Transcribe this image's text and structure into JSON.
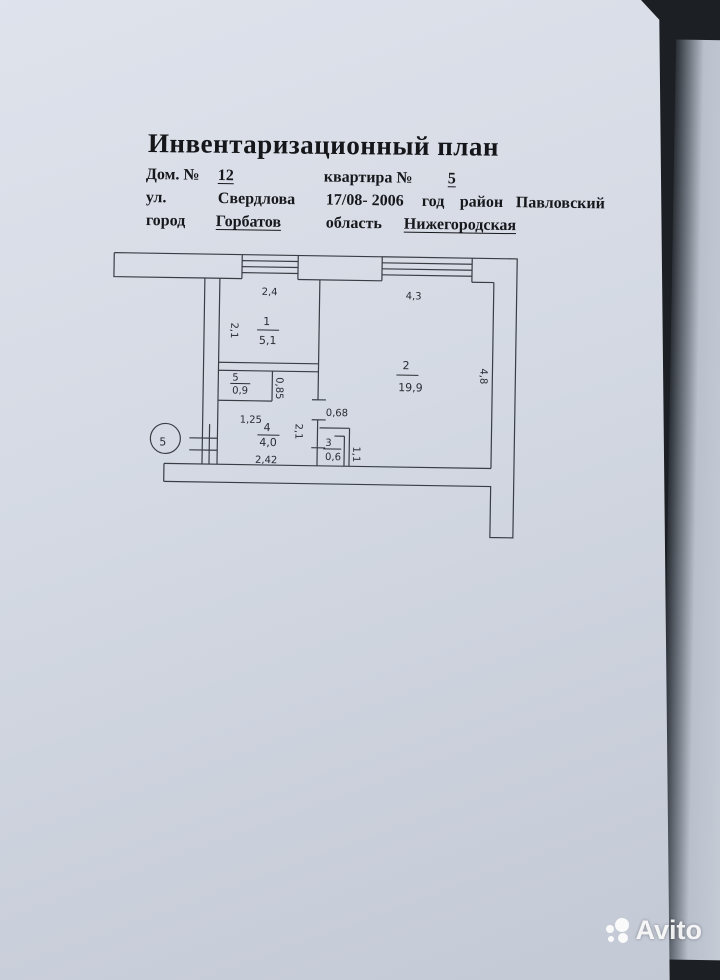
{
  "document": {
    "title": "Инвентаризационный план",
    "house_label": "Дом. №",
    "house_number": "12",
    "apartment_label": "квартира №",
    "apartment_number": "5",
    "street_label": "ул.",
    "street": "Свердлова",
    "date": "17/08- 2006",
    "year_label": "год",
    "district_label": "район",
    "district": "Павловский",
    "city_label": "город",
    "city": "Горбатов",
    "region_label": "область",
    "region": "Нижегородская"
  },
  "plan": {
    "apartment_marker": "5",
    "rooms": [
      {
        "number": "1",
        "area": "5,1"
      },
      {
        "number": "2",
        "area": "19,9"
      },
      {
        "number": "3",
        "area": "0,6"
      },
      {
        "number": "4",
        "area": "4,0"
      },
      {
        "number": "5",
        "area": "0,9"
      }
    ],
    "dimensions": {
      "room1_top": "2,4",
      "room1_side": "2,1",
      "room2_top": "4,3",
      "room2_side": "4,8",
      "room5_side": "0,85",
      "room4_left": "1,25",
      "room4_right": "2,1",
      "passage": "0,68",
      "room4_bottom": "2,42",
      "room3_side": "1,1"
    }
  },
  "watermark": {
    "brand": "Avito"
  }
}
